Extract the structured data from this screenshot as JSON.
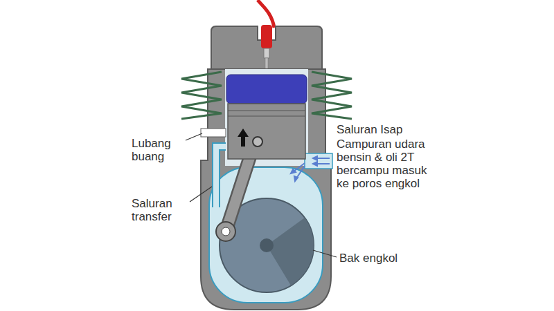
{
  "diagram": {
    "labels": [
      "Lubang buang",
      "Saluran transfer",
      "Saluran Isap",
      "Campuran udara bensin & oli 2T bercampu masuk ke poros engkol",
      "Bak engkol"
    ]
  }
}
